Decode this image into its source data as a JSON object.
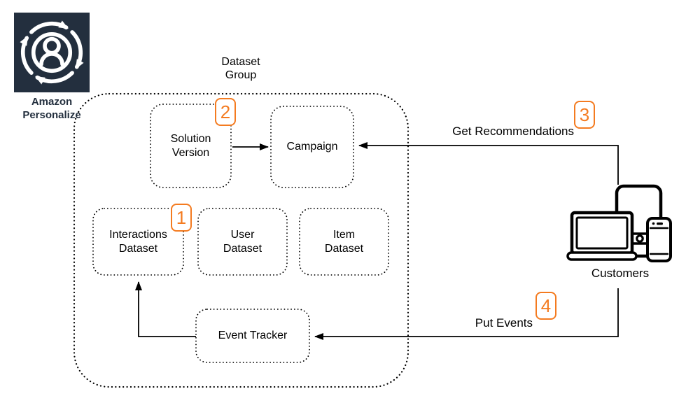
{
  "diagram": {
    "service": {
      "name_line1": "Amazon",
      "name_line2": "Personalize"
    },
    "dataset_group": {
      "title_line1": "Dataset",
      "title_line2": "Group"
    },
    "nodes": {
      "solution_version": {
        "line1": "Solution",
        "line2": "Version"
      },
      "campaign": {
        "label": "Campaign"
      },
      "interactions_dataset": {
        "line1": "Interactions",
        "line2": "Dataset"
      },
      "user_dataset": {
        "line1": "User",
        "line2": "Dataset"
      },
      "item_dataset": {
        "line1": "Item",
        "line2": "Dataset"
      },
      "event_tracker": {
        "label": "Event Tracker"
      }
    },
    "steps": {
      "step1": "1",
      "step2": "2",
      "step3": "3",
      "step4": "4"
    },
    "edges": {
      "get_recommendations": "Get Recommendations",
      "put_events": "Put Events"
    },
    "actors": {
      "customers": "Customers"
    },
    "colors": {
      "step_badge_orange": "#F47B20",
      "service_icon_background": "#232F3E",
      "line_color": "#000000"
    }
  }
}
